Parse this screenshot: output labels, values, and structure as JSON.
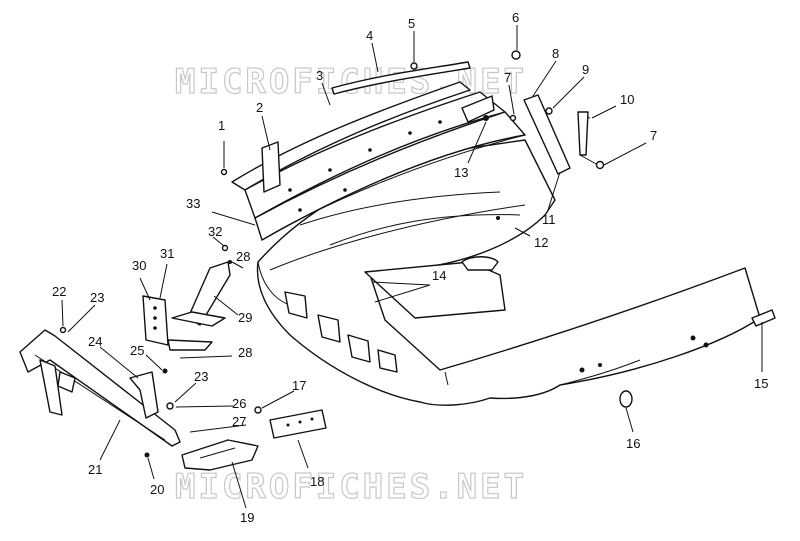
{
  "watermark": {
    "text": "MICROFICHES.NET",
    "color": "#c8c8c8"
  },
  "line_color": "#111111",
  "callouts": [
    {
      "id": "c1",
      "text": "1"
    },
    {
      "id": "c2",
      "text": "2"
    },
    {
      "id": "c3",
      "text": "3"
    },
    {
      "id": "c4",
      "text": "4"
    },
    {
      "id": "c5",
      "text": "5"
    },
    {
      "id": "c6",
      "text": "6"
    },
    {
      "id": "c7a",
      "text": "7"
    },
    {
      "id": "c7b",
      "text": "7"
    },
    {
      "id": "c8",
      "text": "8"
    },
    {
      "id": "c9",
      "text": "9"
    },
    {
      "id": "c10",
      "text": "10"
    },
    {
      "id": "c11",
      "text": "11"
    },
    {
      "id": "c12",
      "text": "12"
    },
    {
      "id": "c13",
      "text": "13"
    },
    {
      "id": "c14",
      "text": "14"
    },
    {
      "id": "c15",
      "text": "15"
    },
    {
      "id": "c16",
      "text": "16"
    },
    {
      "id": "c17",
      "text": "17"
    },
    {
      "id": "c18",
      "text": "18"
    },
    {
      "id": "c19",
      "text": "19"
    },
    {
      "id": "c20",
      "text": "20"
    },
    {
      "id": "c21",
      "text": "21"
    },
    {
      "id": "c22",
      "text": "22"
    },
    {
      "id": "c23a",
      "text": "23"
    },
    {
      "id": "c23b",
      "text": "23"
    },
    {
      "id": "c24",
      "text": "24"
    },
    {
      "id": "c25",
      "text": "25"
    },
    {
      "id": "c26",
      "text": "26"
    },
    {
      "id": "c27",
      "text": "27"
    },
    {
      "id": "c28a",
      "text": "28"
    },
    {
      "id": "c28b",
      "text": "28"
    },
    {
      "id": "c29",
      "text": "29"
    },
    {
      "id": "c30",
      "text": "30"
    },
    {
      "id": "c31",
      "text": "31"
    },
    {
      "id": "c32",
      "text": "32"
    },
    {
      "id": "c33",
      "text": "33"
    }
  ]
}
